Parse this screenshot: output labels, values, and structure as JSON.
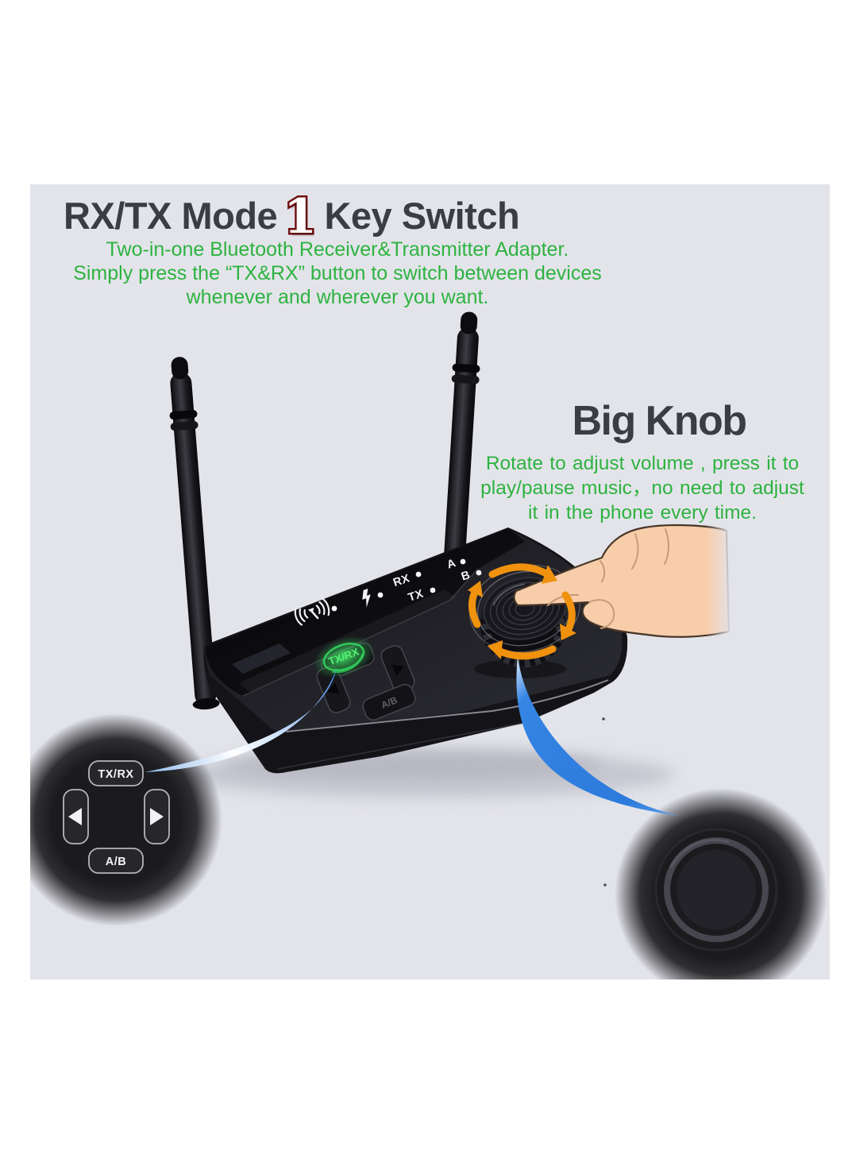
{
  "header": {
    "title_prefix": "RX/TX Mode",
    "title_number": "1",
    "title_suffix": "Key Switch"
  },
  "intro": {
    "line1": "Two-in-one Bluetooth Receiver&Transmitter Adapter.",
    "line2": "Simply press the “TX&RX” button to switch between devices",
    "line3": "whenever and wherever you want."
  },
  "big_knob": {
    "heading": "Big Knob",
    "line1": "Rotate to adjust volume , press it to",
    "line2": "play/pause music，no need to adjust",
    "line3": "it in the phone every time."
  },
  "device": {
    "labels": {
      "rx": "RX",
      "tx": "TX",
      "a": "A",
      "b": "B"
    },
    "mode_button": "TX/RX",
    "ab_button": "A/B",
    "icons": {
      "wireless": "broadcast-signal-icon",
      "charge": "lightning-bolt-icon",
      "rotate": "rotate-arrows-icon"
    }
  },
  "remote_inset": {
    "mode_button": "TX/RX",
    "ab_button": "A/B",
    "left": "prev-triangle-icon",
    "right": "next-triangle-icon"
  },
  "colors": {
    "panel_bg": "#e3e4ea",
    "heading_text": "#3b3c44",
    "green_text": "#2db340",
    "number_fill": "#ffffff",
    "number_outline": "#6f1010",
    "arrow_orange": "#f0920e",
    "swoosh_blue": "#2f7fe0"
  }
}
